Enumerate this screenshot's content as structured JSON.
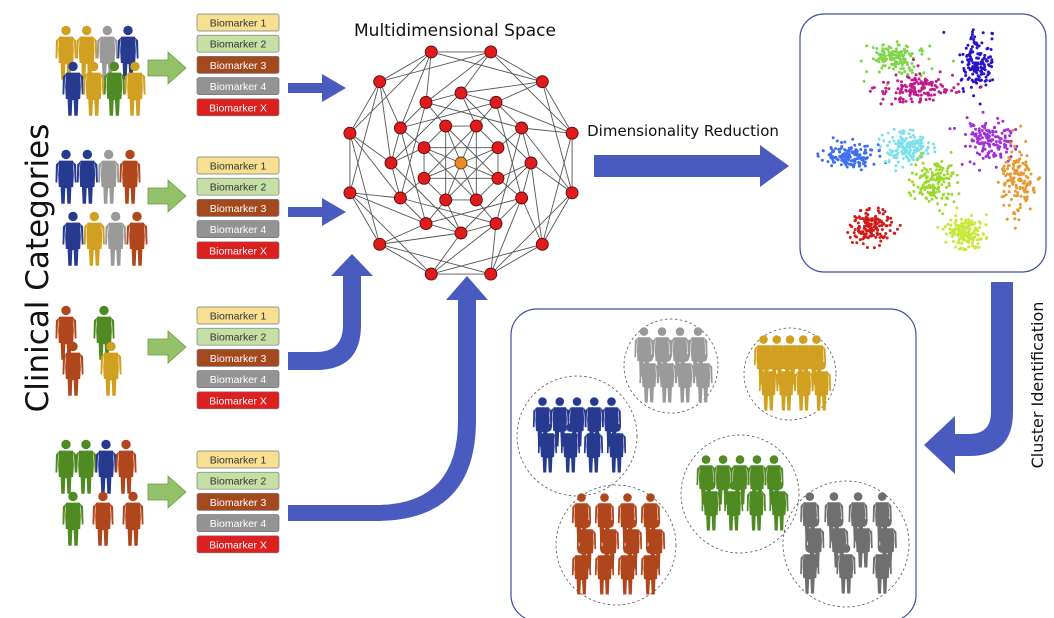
{
  "texts": {
    "clinical_categories": "Clinical Categories",
    "multidimensional_space": "Multidimensional Space",
    "dimensionality_reduction": "Dimensionality Reduction",
    "cluster_identification": "Cluster Identification"
  },
  "biomarker_labels": [
    "Biomarker 1",
    "Biomarker 2",
    "Biomarker 3",
    "Biomarker 4",
    "Biomarker X"
  ],
  "colors": {
    "arrow_blue": "#4a5bbf",
    "arrow_green": "#93c26a",
    "biomarker_fills": [
      "#f7e08f",
      "#c5dfa4",
      "#a4481e",
      "#939393",
      "#dc1f1f"
    ],
    "biomarker_text": [
      "#333333",
      "#333333",
      "#ffffff",
      "#ffffff",
      "#ffffff"
    ],
    "node_red": "#e01b1b",
    "node_orange": "#e88a2a",
    "navy": "#263a8f",
    "gold": "#d2a020",
    "gray": "#9a9a9a",
    "rust": "#b0461c",
    "green": "#4f8a22",
    "darkgray": "#6f6f6f",
    "panel_border": "#3d4f9f"
  },
  "people_groups": [
    [
      "gold",
      "gold",
      "gray",
      "navy",
      "navy",
      "gold",
      "green",
      "gold"
    ],
    [
      "navy",
      "navy",
      "gray",
      "rust",
      "navy",
      "gold",
      "gray",
      "rust"
    ],
    [
      "rust",
      "green",
      "rust",
      "gold"
    ],
    [
      "green",
      "green",
      "navy",
      "rust",
      "green",
      "rust",
      "rust"
    ]
  ],
  "clusters": [
    {
      "color": "navy",
      "count": 9
    },
    {
      "color": "gray",
      "count": 8
    },
    {
      "color": "gold",
      "count": 9
    },
    {
      "color": "rust",
      "count": 12
    },
    {
      "color": "green",
      "count": 9
    },
    {
      "color": "darkgray",
      "count": 11
    }
  ],
  "tsne_colors": [
    "#7fd64a",
    "#2a14c7",
    "#c21a8a",
    "#3f6ff0",
    "#7ee0e8",
    "#9cd92c",
    "#a22fd8",
    "#e59a32",
    "#d21c1c",
    "#c8e83a"
  ],
  "network_nodes": {
    "outer": 12,
    "mid": 12,
    "inner": 8
  }
}
